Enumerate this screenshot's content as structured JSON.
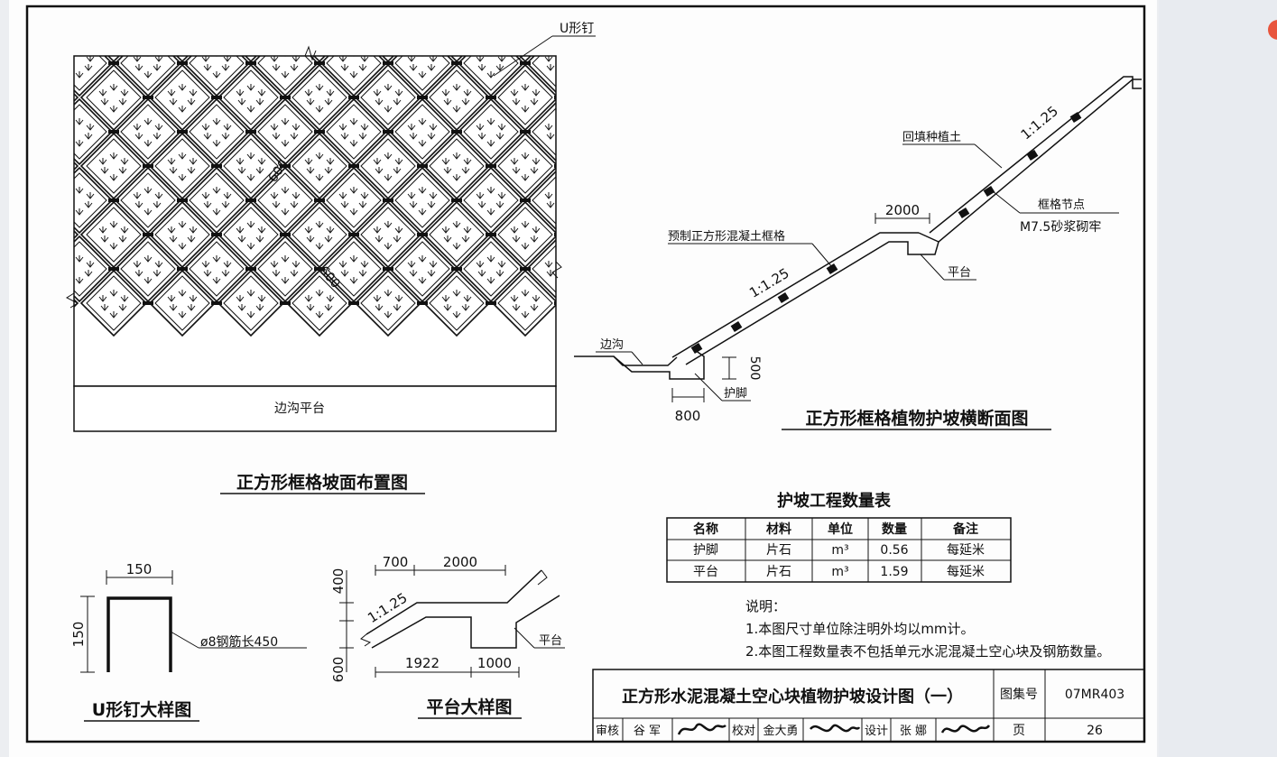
{
  "drawing": {
    "title": "正方形水泥混凝土空心块植物护坡设计图（一）",
    "atlas_label": "图集号",
    "atlas_no": "07MR403",
    "page_label": "页",
    "page_no": "26",
    "review_label": "审核",
    "reviewer": "谷 军",
    "check_label": "校对",
    "checker": "金大勇",
    "design_label": "设计",
    "designer": "张 娜"
  },
  "layout_plan": {
    "title": "正方形框格坡面布置图",
    "u_nail_label": "U形钉",
    "dim_a": "600",
    "dim_b": "600",
    "platform_label": "边沟平台"
  },
  "cross_section": {
    "title": "正方形框格植物护坡横断面图",
    "slope_upper": "1:1.25",
    "slope_lower": "1:1.25",
    "backfill_label": "回填种植土",
    "node_label": "框格节点",
    "mortar_label": "M7.5砂浆砌牢",
    "bench_width": "2000",
    "precast_label": "预制正方形混凝土框格",
    "bench_label": "平台",
    "ditch_label": "边沟",
    "toe_height": "500",
    "toe_label": "护脚",
    "toe_width": "800"
  },
  "quantity_table": {
    "title": "护坡工程数量表",
    "headers": [
      "名称",
      "材料",
      "单位",
      "数量",
      "备注"
    ],
    "rows": [
      [
        "护脚",
        "片石",
        "m³",
        "0.56",
        "每延米"
      ],
      [
        "平台",
        "片石",
        "m³",
        "1.59",
        "每延米"
      ]
    ]
  },
  "notes": {
    "heading": "说明：",
    "items": [
      "1.本图尺寸单位除注明外均以mm计。",
      "2.本图工程数量表不包括单元水泥混凝土空心块及钢筋数量。"
    ]
  },
  "u_nail_detail": {
    "title": "U形钉大样图",
    "width": "150",
    "height": "150",
    "rebar_label": "ø8钢筋长450"
  },
  "platform_detail": {
    "title": "平台大样图",
    "dim_700": "700",
    "dim_2000": "2000",
    "dim_400": "400",
    "slope": "1:1.25",
    "dim_600": "600",
    "dim_1922": "1922",
    "dim_1000": "1000",
    "label": "平台"
  }
}
